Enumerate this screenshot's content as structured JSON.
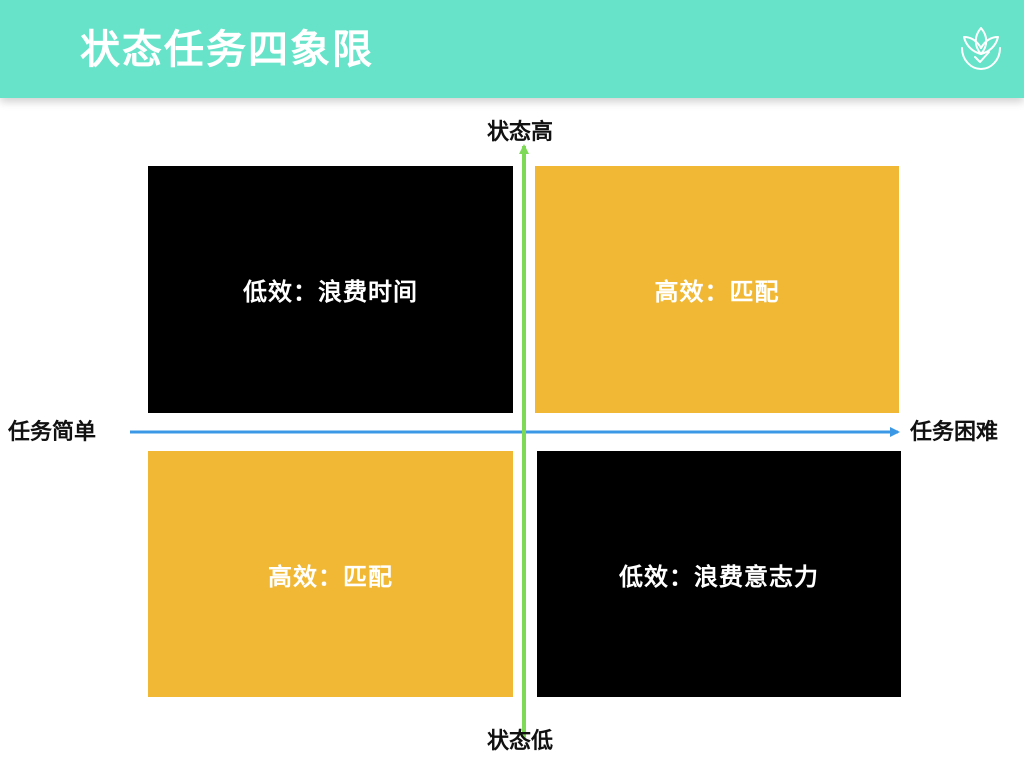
{
  "header": {
    "title": "状态任务四象限",
    "background": "#66e3c9",
    "logo_icon": "lotus-check-icon"
  },
  "axes": {
    "y_top_label": "状态高",
    "y_bottom_label": "状态低",
    "x_left_label": "任务简单",
    "x_right_label": "任务困难",
    "y_axis_color": "#7ed957",
    "x_axis_color": "#3a98e6"
  },
  "quadrants": {
    "top_left": {
      "label": "低效：浪费时间",
      "color": "#000000"
    },
    "top_right": {
      "label": "高效：匹配",
      "color": "#f0b835"
    },
    "bottom_left": {
      "label": "高效：匹配",
      "color": "#f0b835"
    },
    "bottom_right": {
      "label": "低效：浪费意志力",
      "color": "#000000"
    }
  }
}
